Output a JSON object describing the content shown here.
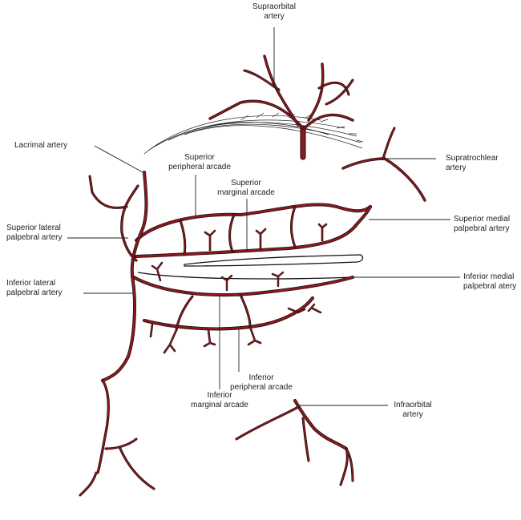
{
  "labels": {
    "supraorbital": [
      "Supraorbital",
      "artery"
    ],
    "lacrimal": [
      "Lacrimal artery"
    ],
    "superior_peripheral": [
      "Superior",
      "peripheral arcade"
    ],
    "superior_marginal": [
      "Superior",
      "marginal arcade"
    ],
    "supratrochlear": [
      "Supratrochlear",
      "artery"
    ],
    "superior_lateral": [
      "Superior lateral",
      "palpebral artery"
    ],
    "superior_medial": [
      "Superior medial",
      "palpebral artery"
    ],
    "inferior_medial": [
      "Inferior medial",
      "palpebral atery"
    ],
    "inferior_lateral": [
      "Inferior lateral",
      "palpebral artery"
    ],
    "inferior_peripheral": [
      "Inferior",
      "peripheral arcade"
    ],
    "inferior_marginal": [
      "Inferior",
      "marginal arcade"
    ],
    "infraorbital": [
      "Infraorbital",
      "artery"
    ]
  },
  "colors": {
    "artery": "#8a1a1f",
    "outline": "#1a0a0a",
    "text": "#222222"
  }
}
